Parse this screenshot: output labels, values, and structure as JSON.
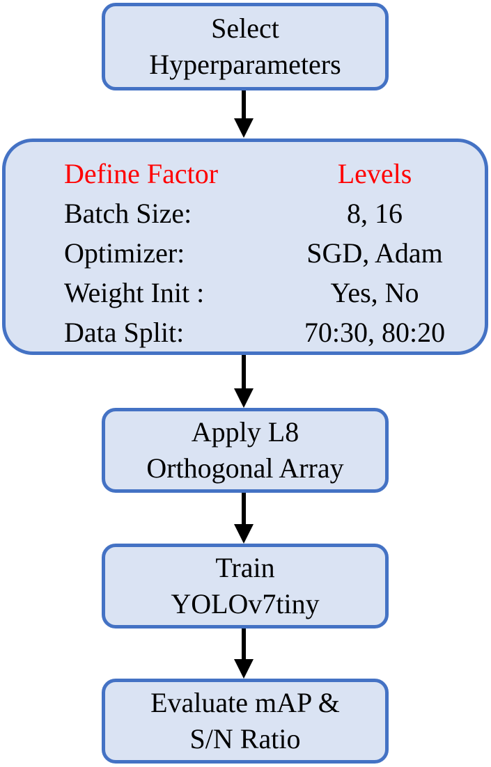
{
  "steps": {
    "select": {
      "line1": "Select",
      "line2": "Hyperparameters"
    },
    "define": {
      "header": {
        "factor": "Define Factor",
        "levels": "Levels"
      },
      "rows": [
        {
          "factor": "Batch Size:",
          "levels": "8, 16"
        },
        {
          "factor": "Optimizer:",
          "levels": "SGD, Adam"
        },
        {
          "factor": "Weight Init :",
          "levels": "Yes, No"
        },
        {
          "factor": "Data Split:",
          "levels": "70:30, 80:20"
        }
      ]
    },
    "apply": {
      "line1": "Apply L8",
      "line2": "Orthogonal Array"
    },
    "train": {
      "line1": "Train",
      "line2": "YOLOv7tiny"
    },
    "evaluate": {
      "line1": "Evaluate mAP &",
      "line2": "S/N Ratio"
    }
  },
  "colors": {
    "box_fill": "#dae3f3",
    "box_border": "#4472c4",
    "header_text": "#ff0000",
    "arrow": "#000000"
  }
}
